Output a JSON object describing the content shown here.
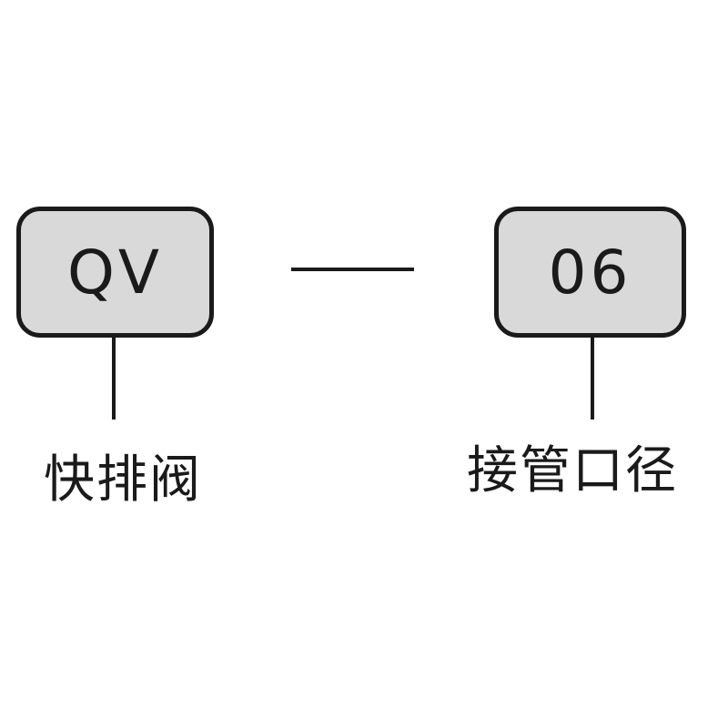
{
  "segments": [
    {
      "code": "QV",
      "caption": "快排阀"
    },
    {
      "code": "06",
      "caption": "接管口径"
    }
  ],
  "colors": {
    "box_fill": "#d9d9d9",
    "stroke": "#1a1a1a",
    "background": "#ffffff"
  }
}
